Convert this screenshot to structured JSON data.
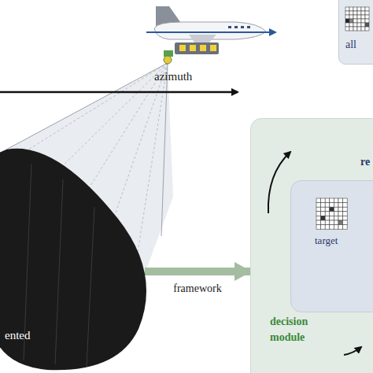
{
  "diagram": {
    "nodes": [
      {
        "text": [
          "ented"
        ]
      },
      {
        "text": [
          "all"
        ]
      },
      {
        "text": [
          "decision module"
        ]
      },
      {
        "text": [
          "re",
          "target"
        ],
        "in": 2
      }
    ],
    "edges": [
      {
        "from": 0,
        "to": 2,
        "arrow": "to",
        "label": "framework"
      }
    ],
    "labels": [
      "azimuth"
    ]
  }
}
